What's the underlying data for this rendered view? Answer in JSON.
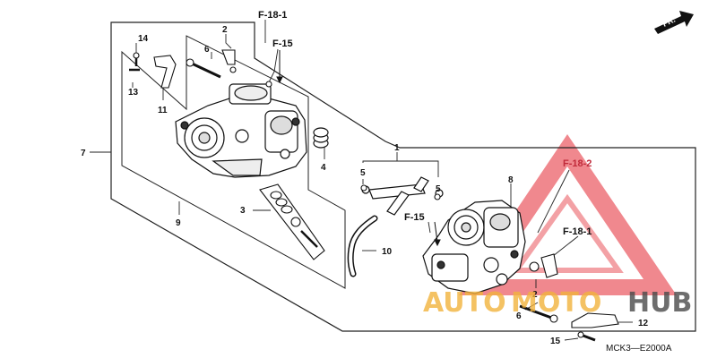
{
  "diagram": {
    "callouts": [
      {
        "id": "c14",
        "text": "14"
      },
      {
        "id": "c2a",
        "text": "2"
      },
      {
        "id": "c6a",
        "text": "6"
      },
      {
        "id": "c13",
        "text": "13"
      },
      {
        "id": "c11",
        "text": "11"
      },
      {
        "id": "c7",
        "text": "7"
      },
      {
        "id": "c4",
        "text": "4"
      },
      {
        "id": "c1",
        "text": "1"
      },
      {
        "id": "c5a",
        "text": "5"
      },
      {
        "id": "c5b",
        "text": "5"
      },
      {
        "id": "c8",
        "text": "8"
      },
      {
        "id": "c3",
        "text": "3"
      },
      {
        "id": "c9",
        "text": "9"
      },
      {
        "id": "c10",
        "text": "10"
      },
      {
        "id": "c2b",
        "text": "2"
      },
      {
        "id": "c6b",
        "text": "6"
      },
      {
        "id": "c12",
        "text": "12"
      },
      {
        "id": "c15",
        "text": "15"
      }
    ],
    "references": {
      "f18_1_top": "F-18-1",
      "f15_top": "F-15",
      "f15_right": "F-15",
      "f18_2": "F-18-2",
      "f18_1_right": "F-18-1"
    },
    "direction": "FR.",
    "drawing_code": "MCK3—E2000A"
  },
  "watermark": {
    "part1": "AUTO",
    "part2": "MOTO",
    "part3": "HUB",
    "color_red": "#e8464f",
    "color_gold": "#f2b33d",
    "color_gray": "#4a4a4a"
  }
}
